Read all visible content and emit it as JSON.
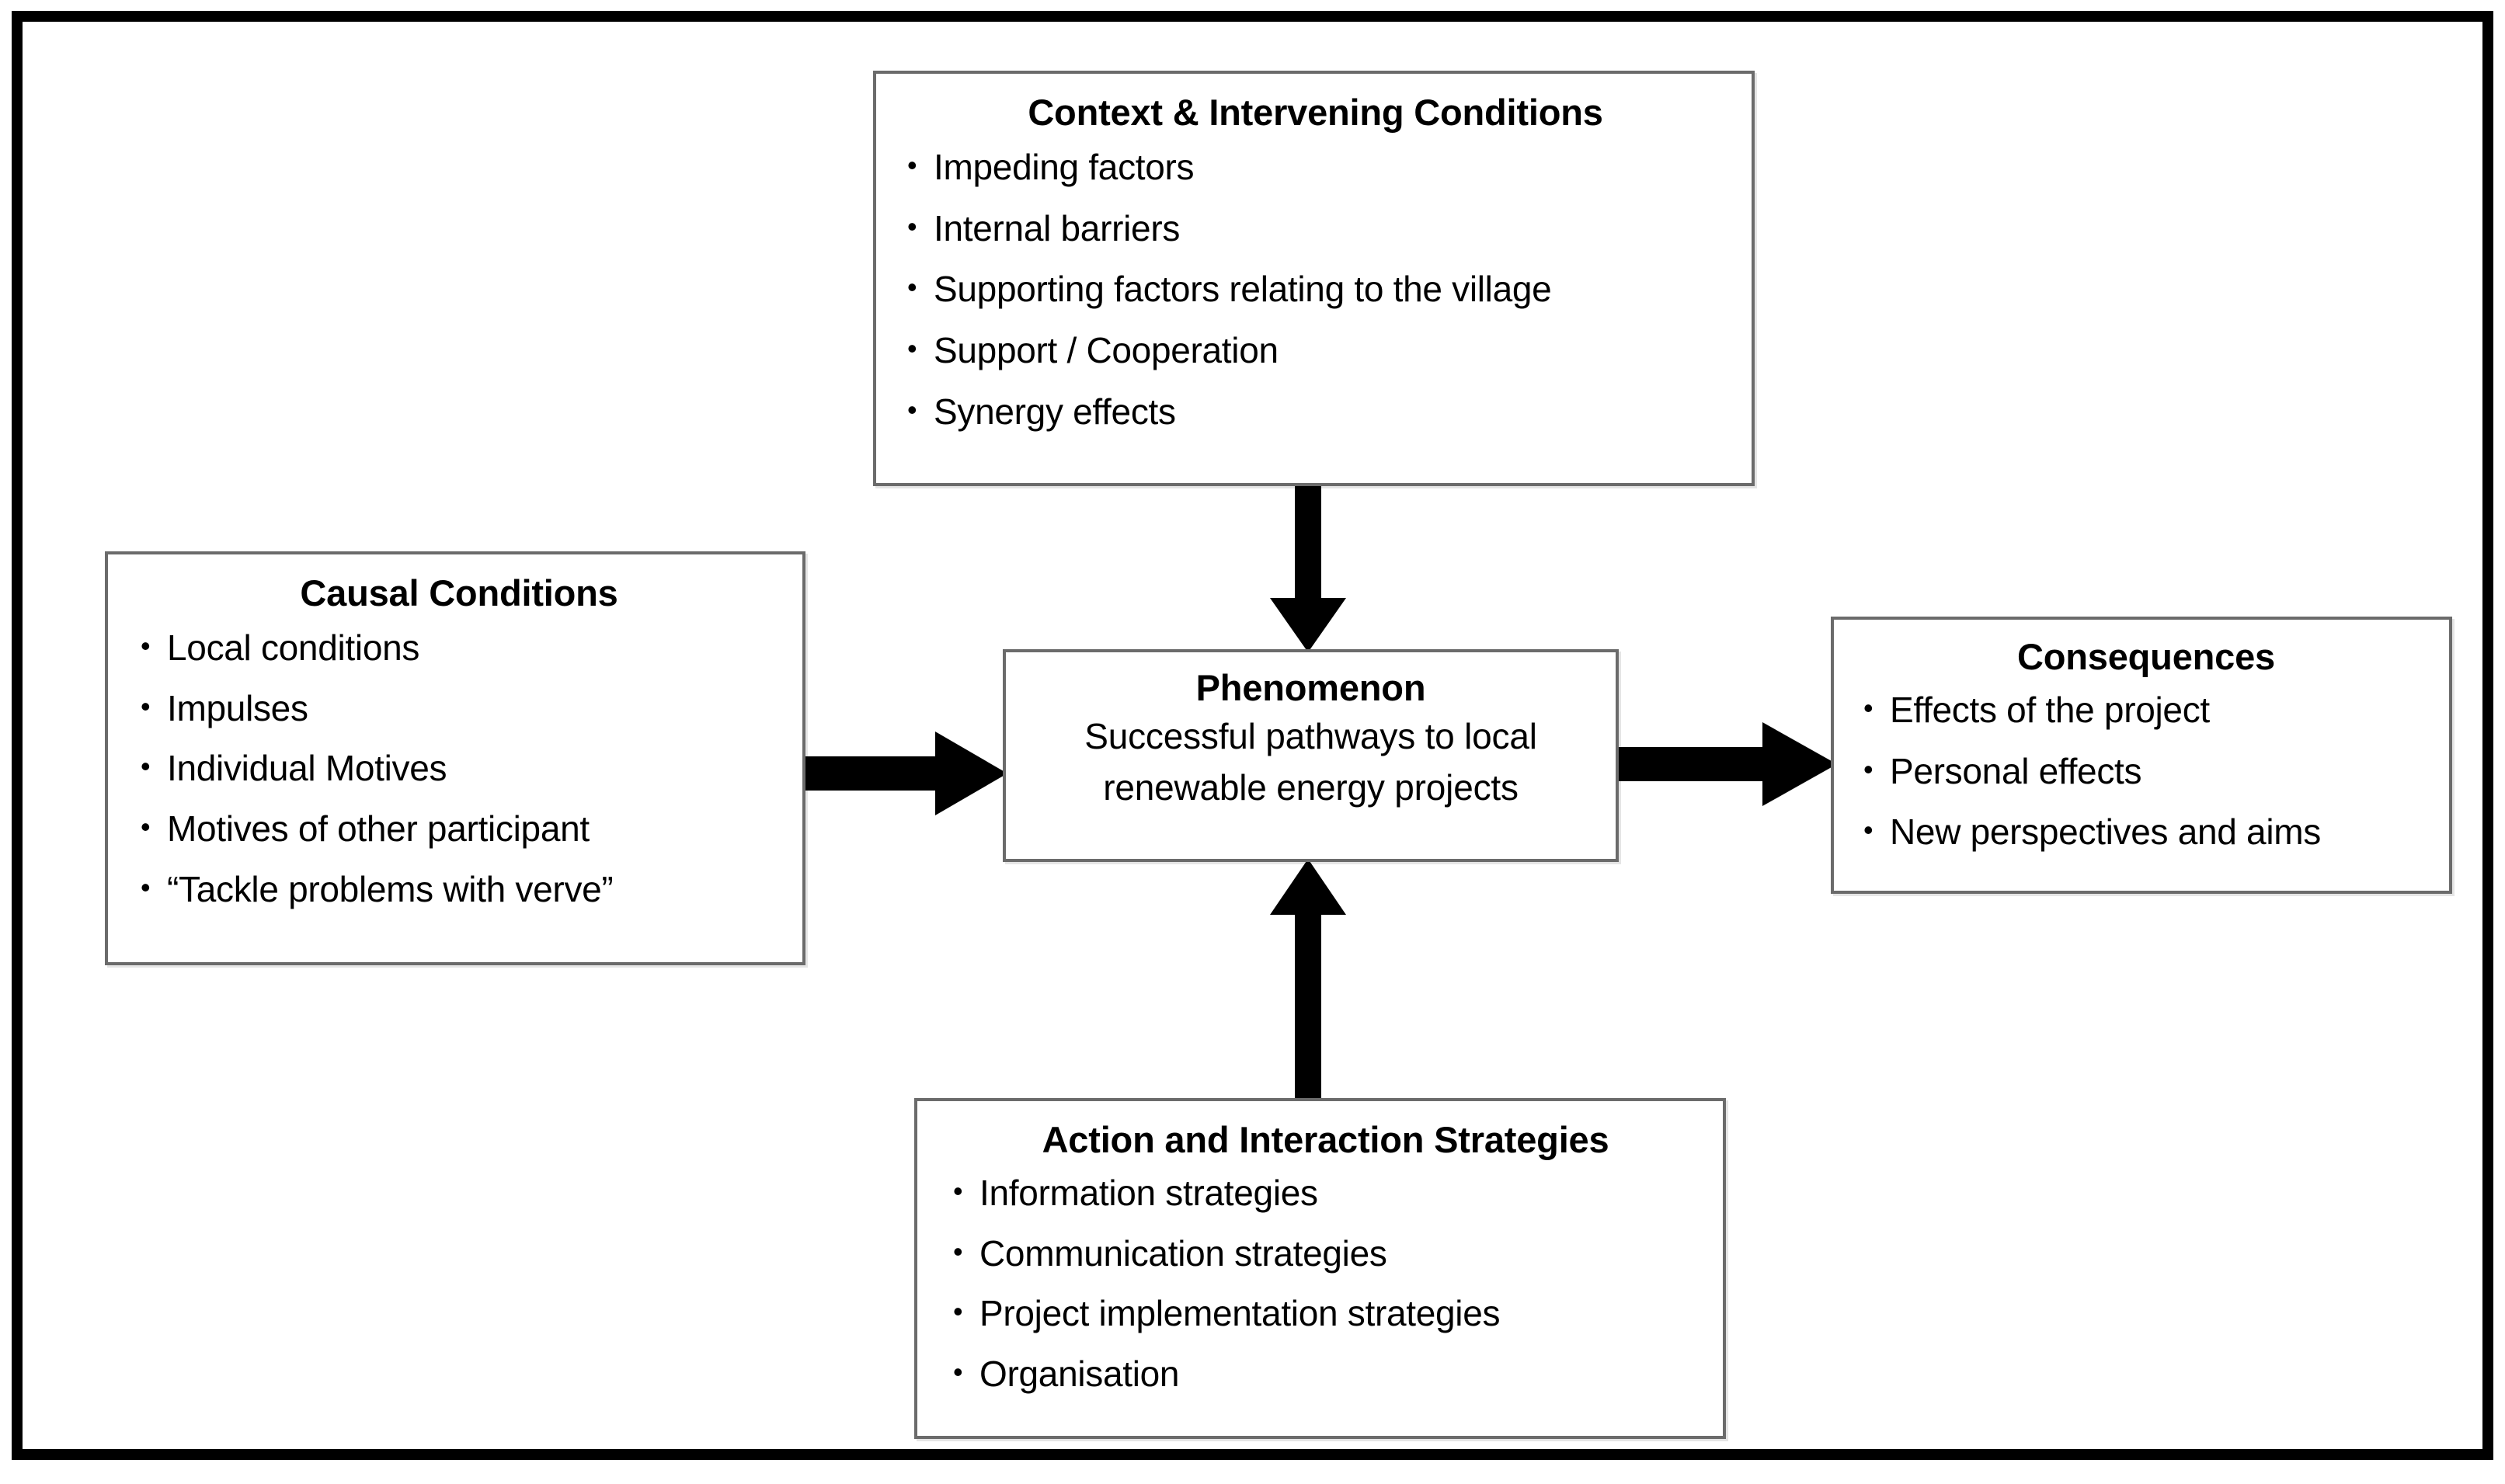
{
  "figure": {
    "type": "paradigm-model-diagram",
    "frame_color": "#000000",
    "box_border_color": "#6b6b6b",
    "arrow_color": "#000000",
    "background": "#ffffff"
  },
  "nodes": {
    "context": {
      "title": "Context & Intervening Conditions",
      "items": [
        "Impeding factors",
        "Internal barriers",
        "Supporting factors relating to the village",
        "Support / Cooperation",
        "Synergy effects"
      ]
    },
    "causal": {
      "title": "Causal Conditions",
      "items": [
        "Local conditions",
        "Impulses",
        "Individual Motives",
        "Motives of other participant",
        "“Tackle problems with verve”"
      ]
    },
    "phenomenon": {
      "title": "Phenomenon",
      "subtitle_line1": "Successful pathways to local",
      "subtitle_line2": "renewable energy projects"
    },
    "consequences": {
      "title": "Consequences",
      "items": [
        "Effects of the project",
        "Personal effects",
        "New perspectives and aims"
      ]
    },
    "action": {
      "title": "Action and Interaction Strategies",
      "items": [
        "Information strategies",
        "Communication strategies",
        "Project implementation strategies",
        "Organisation"
      ]
    }
  },
  "arrows": [
    {
      "id": "context-to-phenomenon",
      "from": "context",
      "to": "phenomenon",
      "direction": "down"
    },
    {
      "id": "causal-to-phenomenon",
      "from": "causal",
      "to": "phenomenon",
      "direction": "right"
    },
    {
      "id": "phenomenon-to-consequences",
      "from": "phenomenon",
      "to": "consequences",
      "direction": "right"
    },
    {
      "id": "action-to-phenomenon",
      "from": "action",
      "to": "phenomenon",
      "direction": "up"
    }
  ]
}
